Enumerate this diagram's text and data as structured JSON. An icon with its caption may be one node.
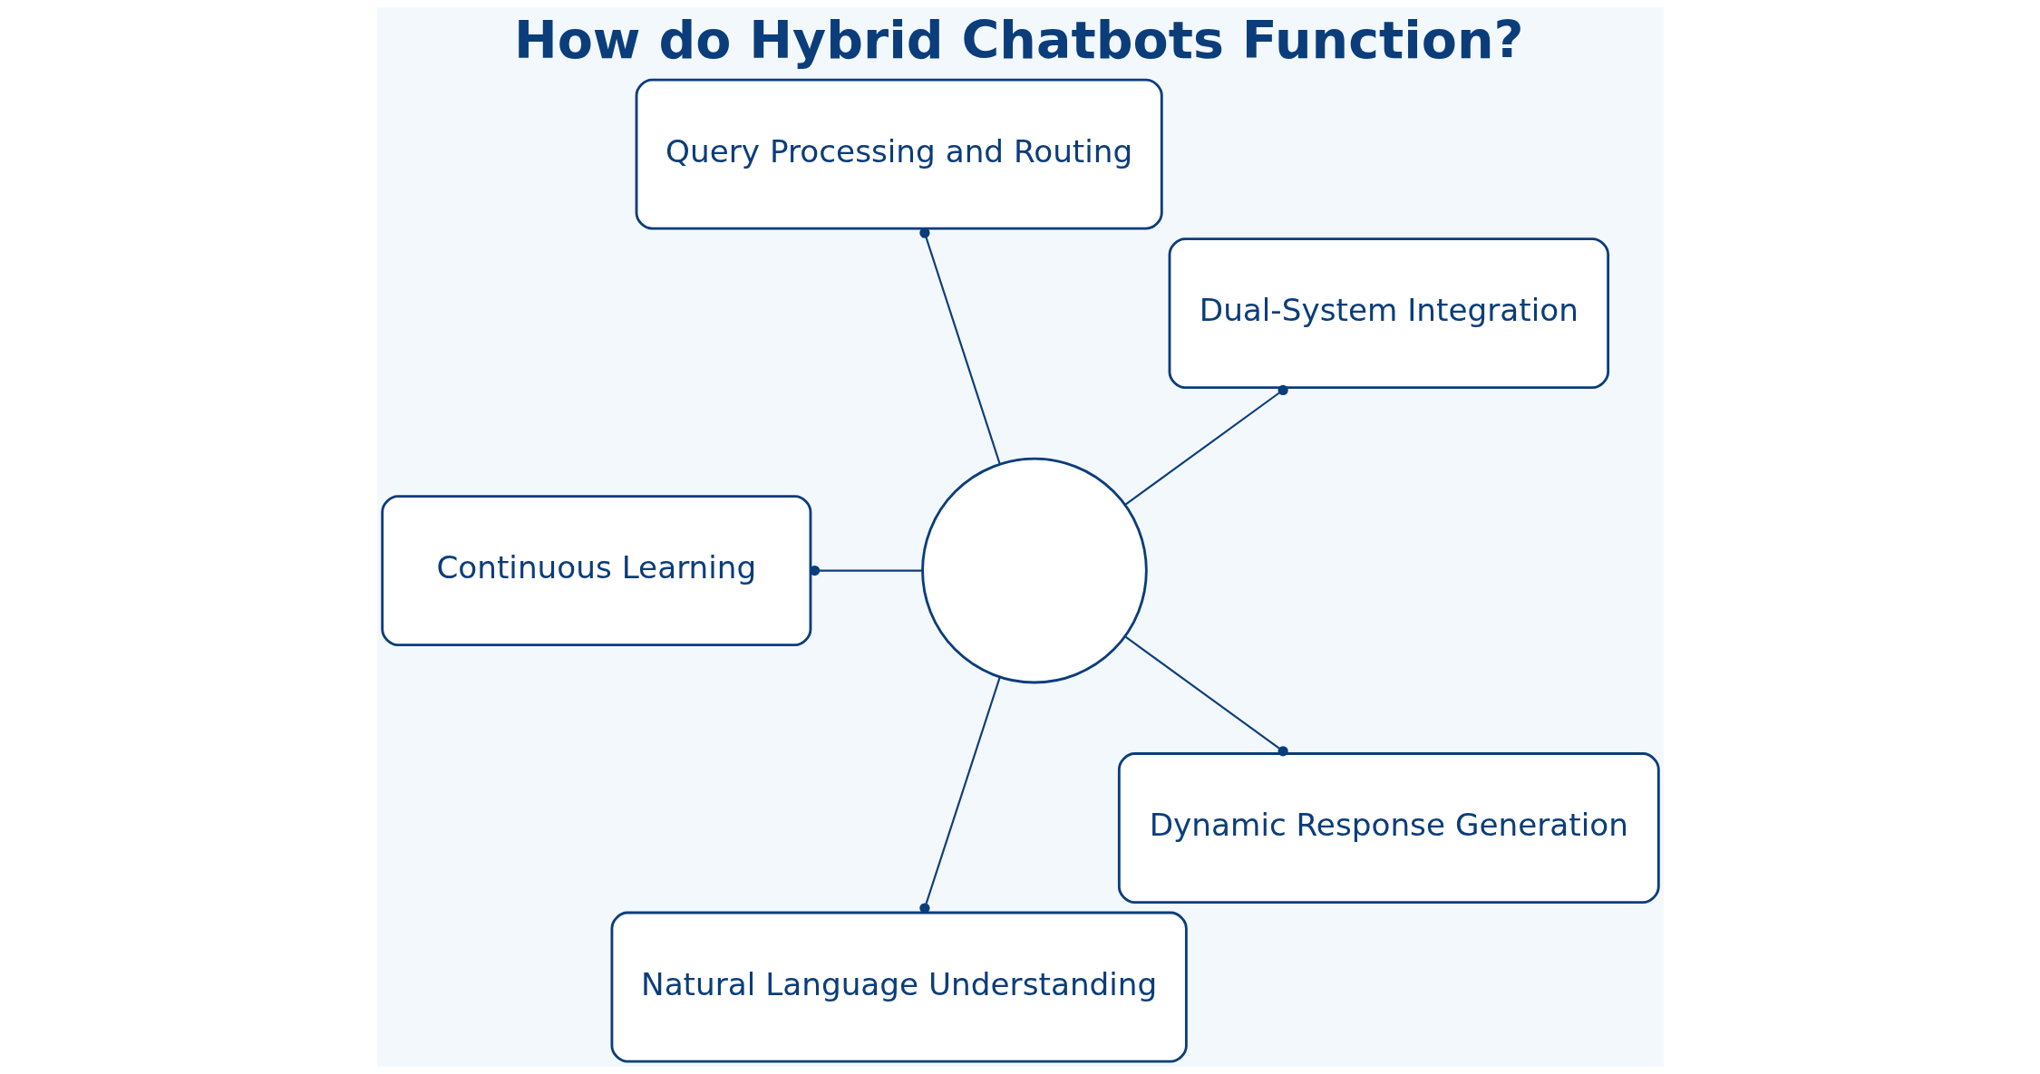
{
  "diagram": {
    "title": "How do Hybrid Chatbots Function?",
    "nodes": [
      {
        "text": [
          "Dual-System Integration"
        ]
      },
      {
        "text": [
          "Query Processing and Routing"
        ]
      },
      {
        "text": [],
        "shape": "circle"
      },
      {
        "text": [
          "Continuous Learning"
        ]
      },
      {
        "text": [
          "Natural Language Understanding"
        ]
      },
      {
        "text": [
          "Dynamic Response Generation"
        ]
      }
    ],
    "edges": [
      {
        "from": 2,
        "to": 0,
        "arrow": "other"
      },
      {
        "from": 2,
        "to": 1,
        "arrow": "other"
      },
      {
        "from": 2,
        "to": 3,
        "arrow": "other"
      },
      {
        "from": 2,
        "to": 4,
        "arrow": "other"
      },
      {
        "from": 2,
        "to": 5,
        "arrow": "other"
      }
    ]
  }
}
